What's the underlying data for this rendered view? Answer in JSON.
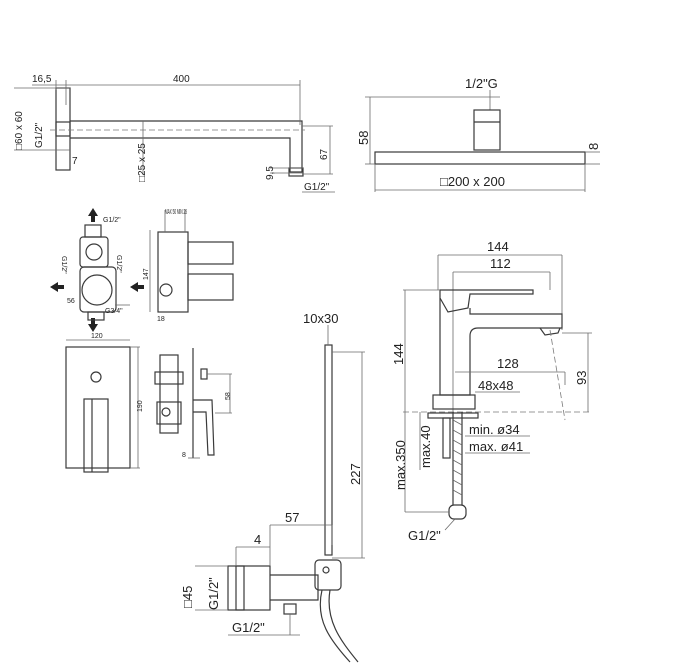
{
  "shower_arm": {
    "flange_offset": "16,5",
    "length": "400",
    "flange_size": "□60 x 60",
    "wall_thread": "G1/2\"",
    "flange_depth": "7",
    "tube_section": "□25 x 25",
    "outlet_offset": "9,5",
    "drop_height": "67",
    "outlet_thread": "G1/2\""
  },
  "shower_head": {
    "thread": "1/2\"G",
    "height": "58",
    "plate_thickness": "8",
    "size": "□200 x 200"
  },
  "concealed_valve": {
    "top_thread": "G1/2\"",
    "left_thread": "G1/2\"",
    "right_thread": "G1/2\"",
    "bottom_thread": "G3/4\"",
    "offset": "56",
    "depth_range": "MAX 50 MIN 25",
    "body_height": "147",
    "base_depth": "18"
  },
  "valve_plate": {
    "width": "120",
    "height": "190",
    "lever_offset": "58",
    "plate_thickness": "8"
  },
  "hand_shower": {
    "handle_section": "10x30",
    "handle_length": "227",
    "projection": "57",
    "step": "4",
    "bracket_size": "□45",
    "bracket_thread": "G1/2\"",
    "hose_thread": "G1/2\""
  },
  "basin_mixer": {
    "total_depth": "144",
    "lever_length": "112",
    "height": "144",
    "spout_reach": "128",
    "spout_height": "93",
    "base_size": "48x48",
    "min_hole": "min. ø34",
    "max_hole": "max. ø41",
    "max_deck": "max.40",
    "max_hose": "max.350",
    "hose_thread": "G1/2\""
  }
}
